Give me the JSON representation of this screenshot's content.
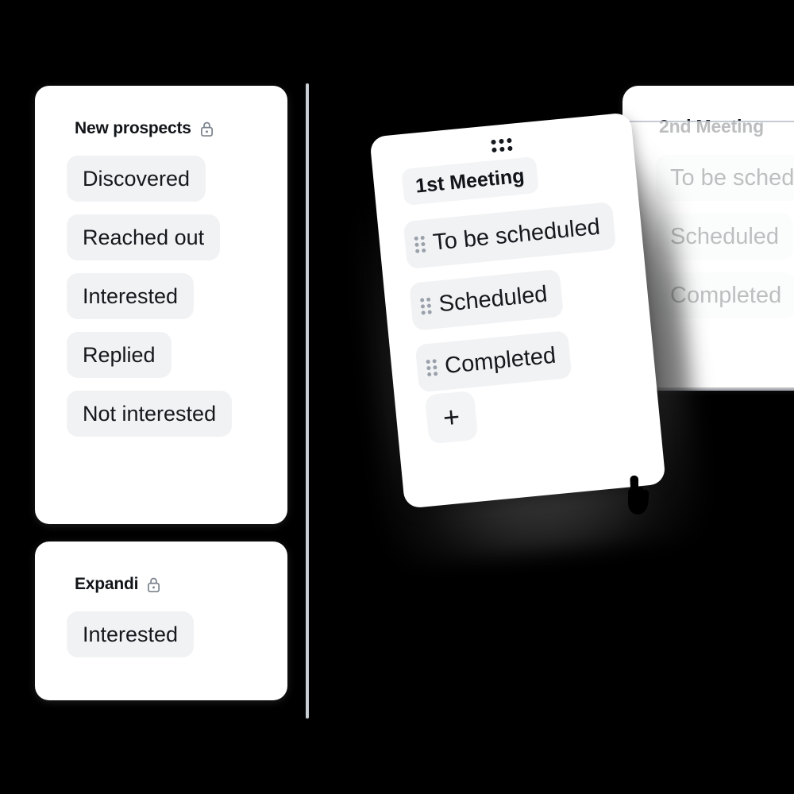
{
  "theme": {
    "background": "#000000",
    "card_background": "#ffffff",
    "pill_background": "#f1f2f4",
    "text_color": "#15181c",
    "divider_color": "#c9cdd4",
    "grip_color": "#9aa1ab",
    "lock_color": "#7b828c"
  },
  "divider": {
    "name": "column-divider"
  },
  "left_column": {
    "cards": [
      {
        "title": "New prospects",
        "locked": true,
        "lock_icon": "lock-icon",
        "items": [
          "Discovered",
          "Reached out",
          "Interested",
          "Replied",
          "Not interested"
        ]
      },
      {
        "title": "Expandi",
        "locked": true,
        "lock_icon": "lock-icon",
        "items": [
          "Interested"
        ]
      }
    ]
  },
  "dragged_card": {
    "handle_icon": "grid-drag-handle-icon",
    "title": "1st Meeting",
    "items": [
      {
        "label": "To be scheduled",
        "grip_icon": "grip-dots-icon"
      },
      {
        "label": "Scheduled",
        "grip_icon": "grip-dots-icon"
      },
      {
        "label": "Completed",
        "grip_icon": "grip-dots-icon"
      }
    ],
    "add_button_label": "+"
  },
  "right_card": {
    "title": "2nd Meeting",
    "items": [
      "To be scheduled",
      "Scheduled",
      "Completed"
    ]
  },
  "ghost_card": {
    "name": "drop-placeholder-card"
  },
  "cursor": {
    "icon": "pointing-hand-cursor"
  }
}
